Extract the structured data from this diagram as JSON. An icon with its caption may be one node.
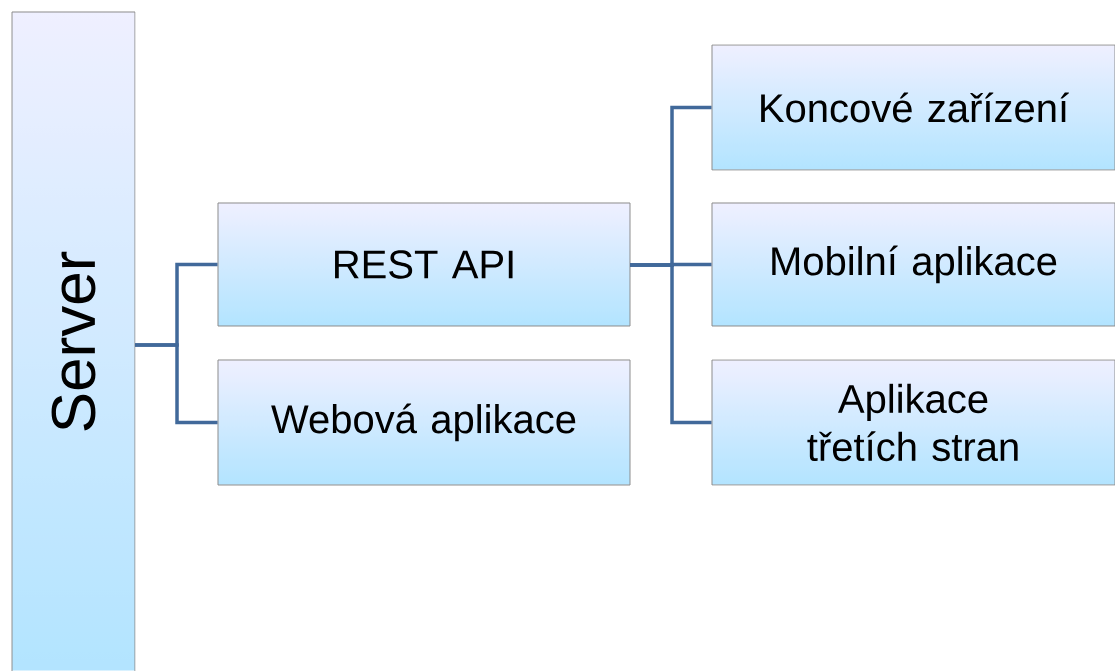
{
  "diagram": {
    "nodes": [
      {
        "text": [
          "Server"
        ]
      },
      {
        "text": [
          "REST API"
        ]
      },
      {
        "text": [
          "Webová aplikace"
        ]
      },
      {
        "text": [
          "Koncové zařízení"
        ]
      },
      {
        "text": [
          "Mobilní aplikace"
        ]
      },
      {
        "text": [
          "Aplikace třetích stran"
        ]
      }
    ],
    "edges": [
      {
        "from": 0,
        "to": 1,
        "arrow": "none"
      },
      {
        "from": 0,
        "to": 2,
        "arrow": "none"
      },
      {
        "from": 1,
        "to": 3,
        "arrow": "none"
      },
      {
        "from": 1,
        "to": 4,
        "arrow": "none"
      },
      {
        "from": 1,
        "to": 5,
        "arrow": "none"
      }
    ]
  }
}
